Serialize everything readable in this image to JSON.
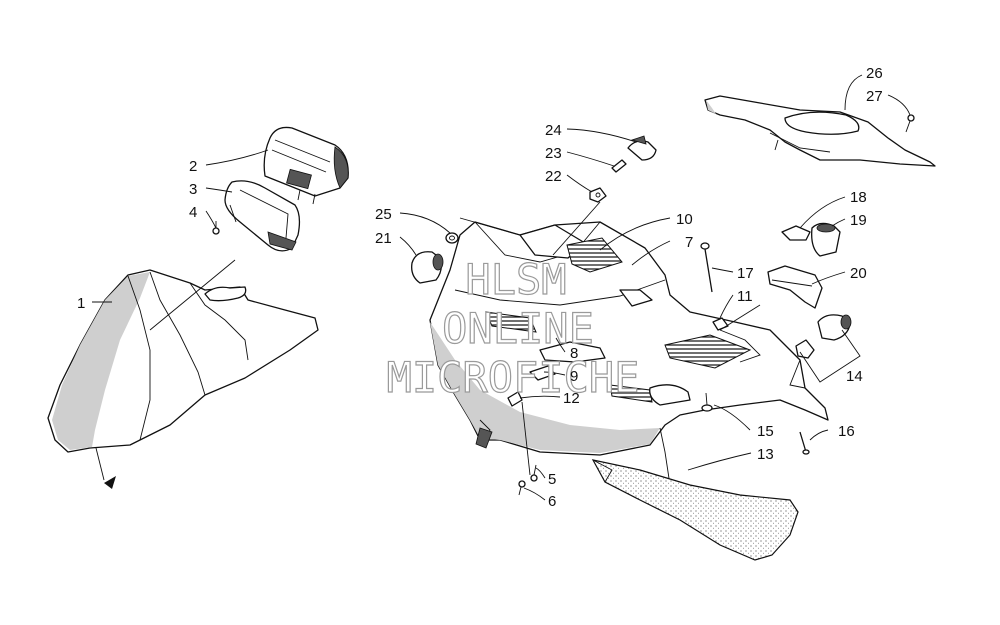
{
  "watermark": {
    "line1": "HLSM",
    "line2": "ONLINE",
    "line3": "MICROFICHE"
  },
  "callouts": [
    {
      "id": "c1",
      "text": "1"
    },
    {
      "id": "c2",
      "text": "2"
    },
    {
      "id": "c3",
      "text": "3"
    },
    {
      "id": "c4",
      "text": "4"
    },
    {
      "id": "c5",
      "text": "5"
    },
    {
      "id": "c6",
      "text": "6"
    },
    {
      "id": "c7",
      "text": "7"
    },
    {
      "id": "c8",
      "text": "8"
    },
    {
      "id": "c9",
      "text": "9"
    },
    {
      "id": "c10",
      "text": "10"
    },
    {
      "id": "c11",
      "text": "11"
    },
    {
      "id": "c12",
      "text": "12"
    },
    {
      "id": "c13",
      "text": "13"
    },
    {
      "id": "c14",
      "text": "14"
    },
    {
      "id": "c15",
      "text": "15"
    },
    {
      "id": "c16",
      "text": "16"
    },
    {
      "id": "c17",
      "text": "17"
    },
    {
      "id": "c18",
      "text": "18"
    },
    {
      "id": "c19",
      "text": "19"
    },
    {
      "id": "c20",
      "text": "20"
    },
    {
      "id": "c21",
      "text": "21"
    },
    {
      "id": "c22",
      "text": "22"
    },
    {
      "id": "c23",
      "text": "23"
    },
    {
      "id": "c24",
      "text": "24"
    },
    {
      "id": "c25",
      "text": "25"
    },
    {
      "id": "c26",
      "text": "26"
    },
    {
      "id": "c27",
      "text": "27"
    }
  ]
}
